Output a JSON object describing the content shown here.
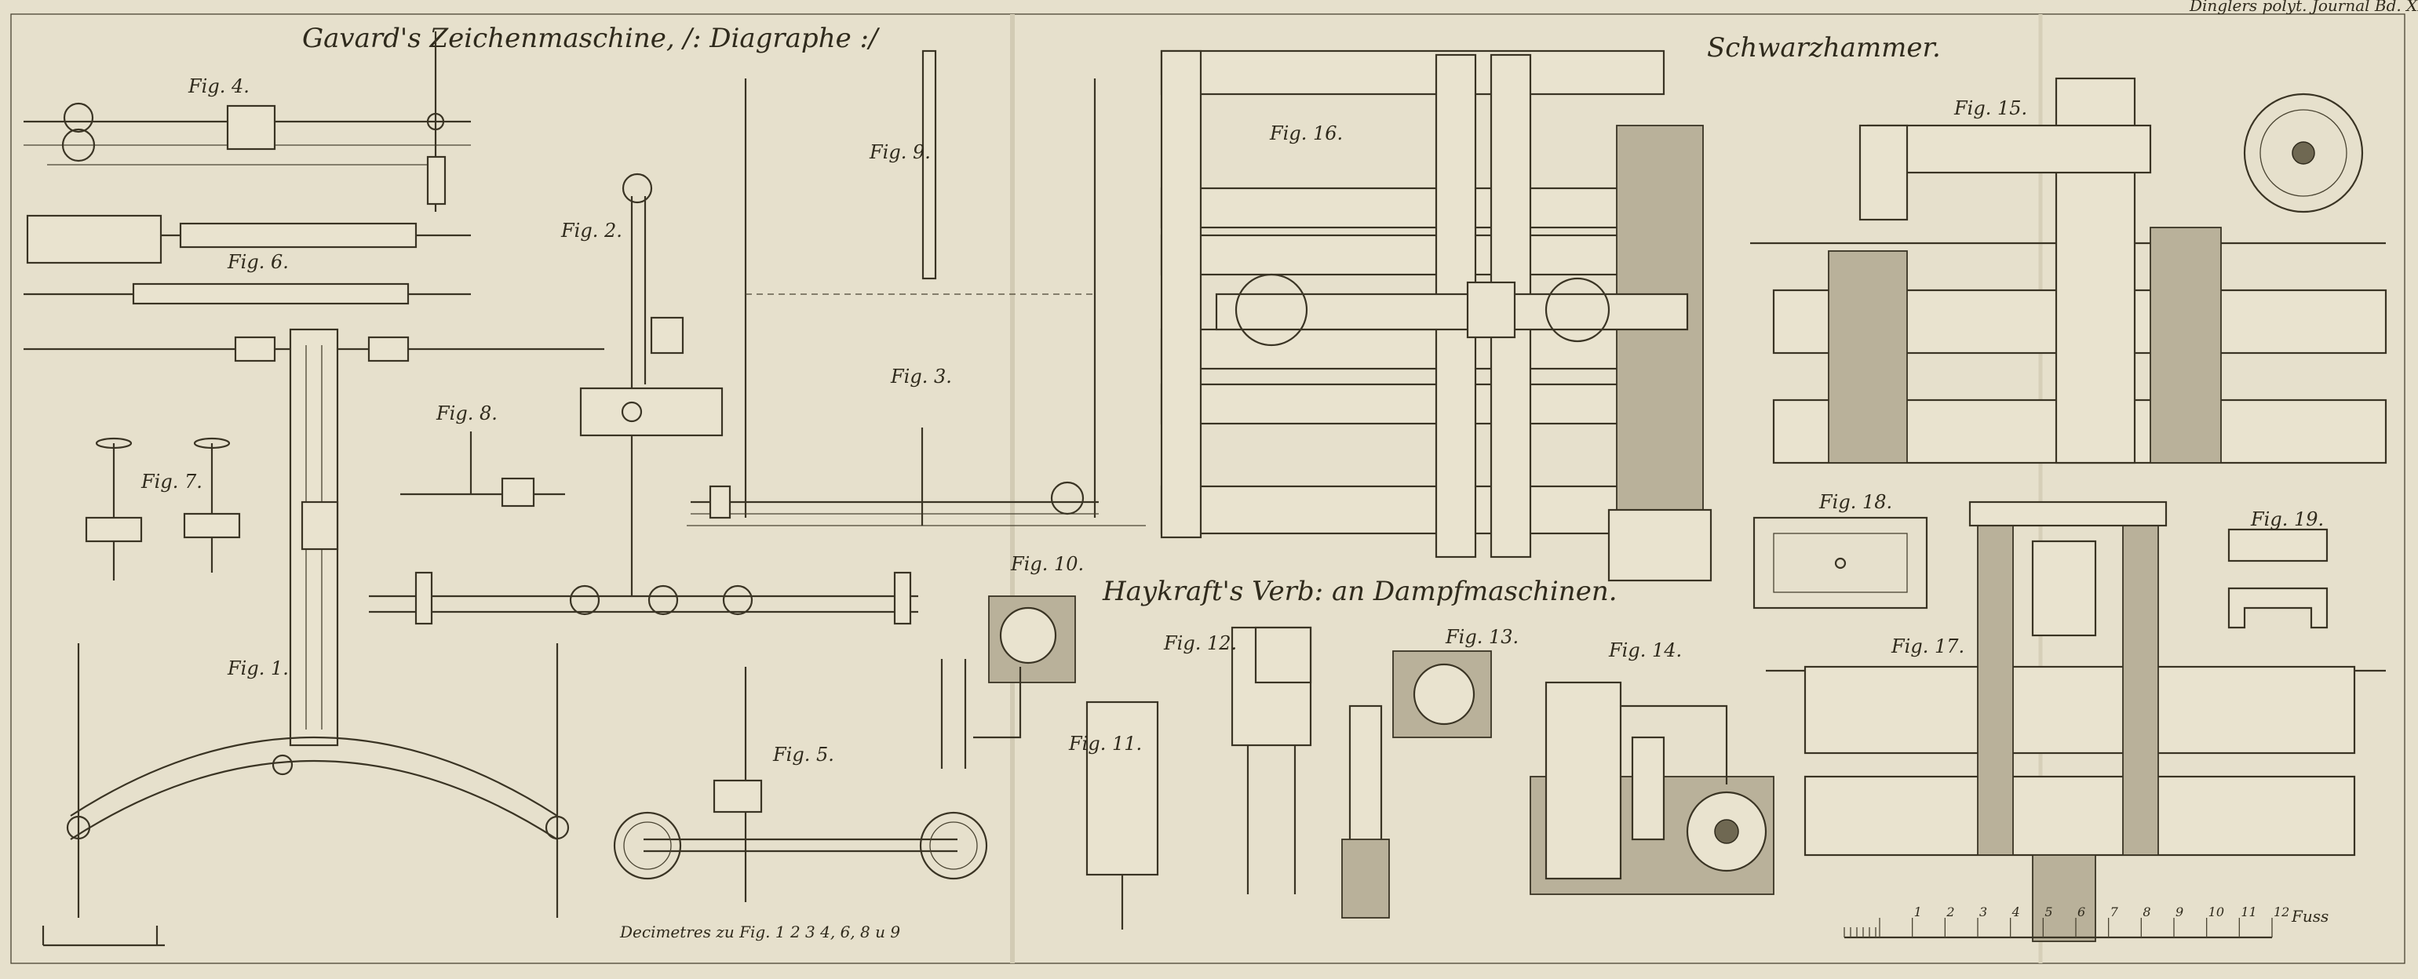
{
  "header": {
    "journal_ref": "Dinglers polyt. Journal Bd. XIX Tab VI"
  },
  "sections": {
    "gavard_title": "Gavard's Zeichenmaschine, /: Diagraphe :/",
    "schwarzhammer_title": "Schwarzhammer.",
    "haykraft_title": "Haykraft's Verb: an Dampfmaschinen."
  },
  "figures": {
    "fig1": "Fig. 1.",
    "fig2": "Fig. 2.",
    "fig3": "Fig. 3.",
    "fig4": "Fig. 4.",
    "fig5": "Fig. 5.",
    "fig6": "Fig. 6.",
    "fig7": "Fig. 7.",
    "fig8": "Fig. 8.",
    "fig9": "Fig. 9.",
    "fig10": "Fig. 10.",
    "fig11": "Fig. 11.",
    "fig12": "Fig. 12.",
    "fig13": "Fig. 13.",
    "fig14": "Fig. 14.",
    "fig15": "Fig. 15.",
    "fig16": "Fig. 16.",
    "fig17": "Fig. 17.",
    "fig18": "Fig. 18.",
    "fig19": "Fig. 19."
  },
  "scales": {
    "decimetres_caption": "Decimetres zu Fig. 1 2 3 4, 6, 8 u 9",
    "fuss_unit": "Fuss",
    "fuss_ticks": [
      "1",
      "2",
      "3",
      "4",
      "5",
      "6",
      "7",
      "8",
      "9",
      "10",
      "11",
      "12"
    ]
  }
}
